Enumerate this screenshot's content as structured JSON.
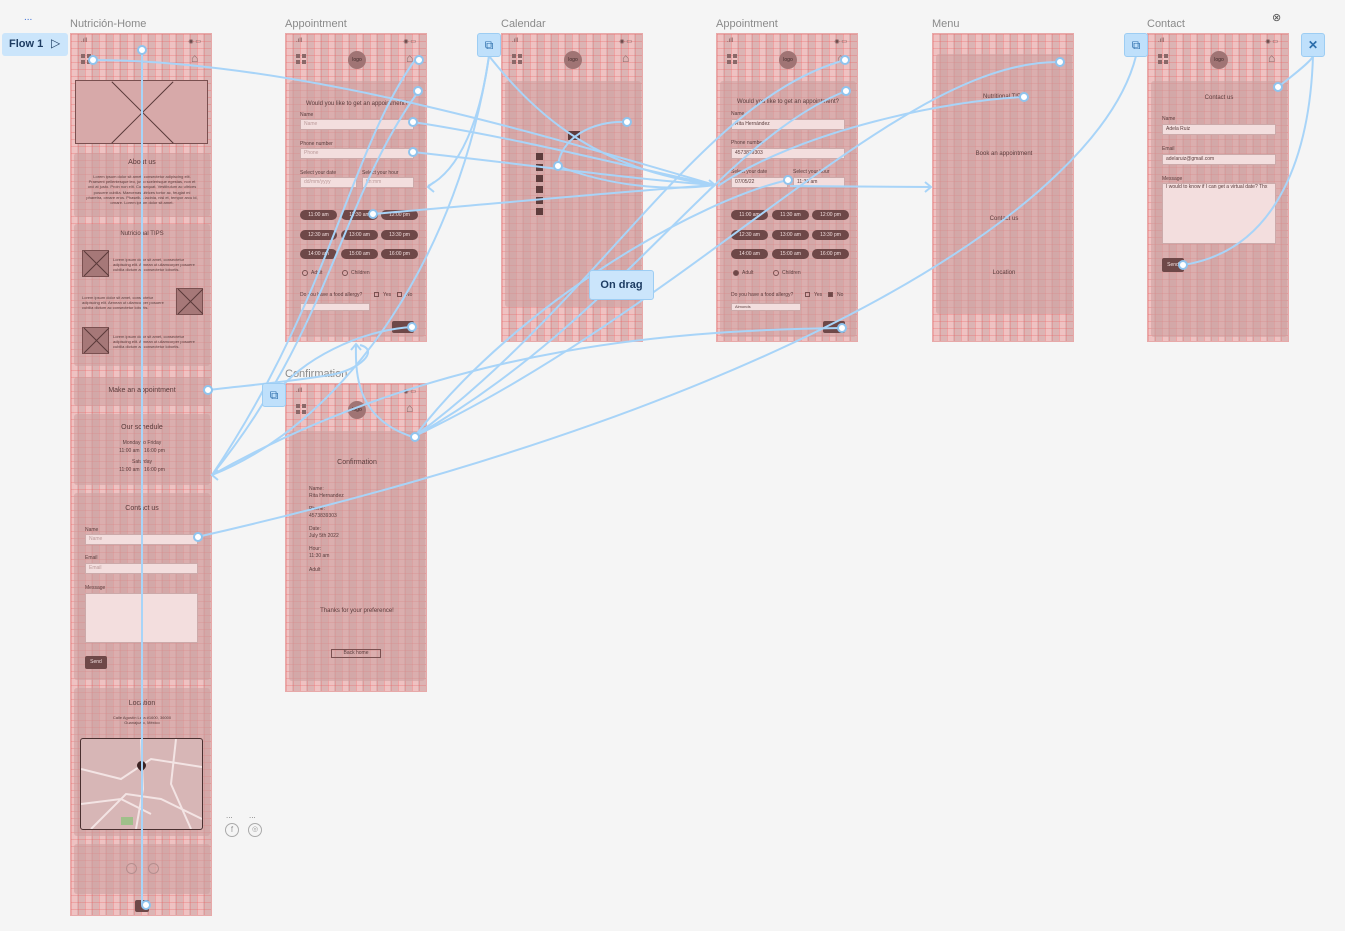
{
  "canvas": {
    "menu_dots": "...",
    "close_label": "✕",
    "close_top": "⊗",
    "social_dots": [
      "...",
      "..."
    ]
  },
  "flow": {
    "label": "Flow 1",
    "play_icon": "▷"
  },
  "on_drag_label": "On drag",
  "colors": {
    "frame": "#dcb4b4",
    "grid": "#eb5a5a",
    "connector": "#a8d4f8",
    "dark": "#6e4848"
  },
  "frames": {
    "home": {
      "title": "Nutrición-Home",
      "about_title": "About us",
      "about_text": "Lorem ipsum dolor sit amet, consectetur adipiscing elit. Praesent pellentesque leo, justo scelerisque egestas, non et orci at justo. Proin non elit. Consequat. Vestibulum ac ultrices posuere cubilia. Maecenas ultrices tortor ac, feugiat mi pharetra, ornare eros. Phasellus lacinia, nisl et, tempor arcu id, ornare. Lorem ipsum dolor sit amet.",
      "tips_title": "Nutricional TIPS",
      "tips": [
        "Lorem ipsum dolor sit amet, consectetur adipiscing elit. Aenean ut ullamcorper posuere cubilia dictum ac consectetur lobortis.",
        "Lorem ipsum dolor sit amet, consectetur adipiscing elit. Aenean ut ullamcorper posuere cubilia dictum ac consectetur lobortis.",
        "Lorem ipsum dolor sit amet, consectetur adipiscing elit. Aenean ut ullamcorper posuere cubilia dictum ac consectetur lobortis."
      ],
      "appointment_btn": "Make an appointment",
      "schedule_title": "Our schedule",
      "schedule_lines": [
        "Monday to Friday",
        "11:00 am - 16:00 pm",
        "Saturday",
        "11:00 am - 16:00 pm"
      ],
      "contact_title": "Contact us",
      "name_label": "Name",
      "name_placeholder": "Name",
      "email_label": "Email",
      "email_placeholder": "Email",
      "message_label": "Message",
      "send": "Send",
      "location_title": "Location",
      "address": "Calle Agustín Lara #1600, 36000 Guanajuato, México"
    },
    "appointment1": {
      "title": "Appointment",
      "logo": "logo",
      "question": "Would you like to get an appointment?",
      "name_label": "Name",
      "name_placeholder": "Name",
      "phone_label": "Phone number",
      "phone_placeholder": "Phone",
      "date_label": "Select your date",
      "date_placeholder": "dd/mm/yyyy",
      "hour_label": "Select your hour",
      "hour_placeholder": "hh:mm",
      "times": [
        "11:00 am",
        "11:30 am",
        "12:00 pm",
        "12:30 am",
        "13:00 am",
        "13:30 pm",
        "14:00 am",
        "15:00 am",
        "16:00 pm"
      ],
      "adult": "Adult",
      "children": "Children",
      "allergy_q": "Do you have a food allergy?",
      "yes": "Yes",
      "no": "No"
    },
    "calendar": {
      "title": "Calendar",
      "logo": "logo"
    },
    "appointment2": {
      "title": "Appointment",
      "logo": "logo",
      "question": "Would you like to get an appointment?",
      "name_label": "Name",
      "name_value": "Rita Hernández",
      "phone_label": "Phone number",
      "phone_value": "4573839303",
      "date_label": "Select your date",
      "date_value": "07/05/22",
      "hour_label": "Select your hour",
      "hour_value": "11:30 am",
      "times": [
        "11:00 am",
        "11:30 am",
        "12:00 pm",
        "12:30 am",
        "13:00 am",
        "13:30 pm",
        "14:00 am",
        "15:00 am",
        "16:00 pm"
      ],
      "adult": "Adult",
      "children": "Children",
      "allergy_q": "Do you have a food allergy?",
      "yes": "Yes",
      "no": "No",
      "allergy_value": "Almonds"
    },
    "menu": {
      "title": "Menu",
      "items": [
        "Nutritional TIPS",
        "Book an appointment",
        "Contact us",
        "Location"
      ]
    },
    "contact": {
      "title": "Contact",
      "logo": "logo",
      "heading": "Contact us",
      "name_label": "Name",
      "name_value": "Adela Ruiz",
      "email_label": "Email",
      "email_value": "adelaruiz@gmail.com",
      "message_label": "Message",
      "message_value": "I would to know if I can get a virtual date? Thx",
      "send": "Send"
    },
    "confirmation": {
      "title": "Confirmation",
      "logo": "logo",
      "heading": "Confirmation",
      "name_label": "Name:",
      "name_value": "Rita Hernandez",
      "phone_label": "Phone:",
      "phone_value": "4573839303",
      "date_label": "Date:",
      "date_value": "July 5th 2022",
      "hour_label": "Hour:",
      "hour_value": "11:30 am",
      "adult": "Adult",
      "thanks": "Thanks for your preference!",
      "back_home": "Back home"
    }
  }
}
